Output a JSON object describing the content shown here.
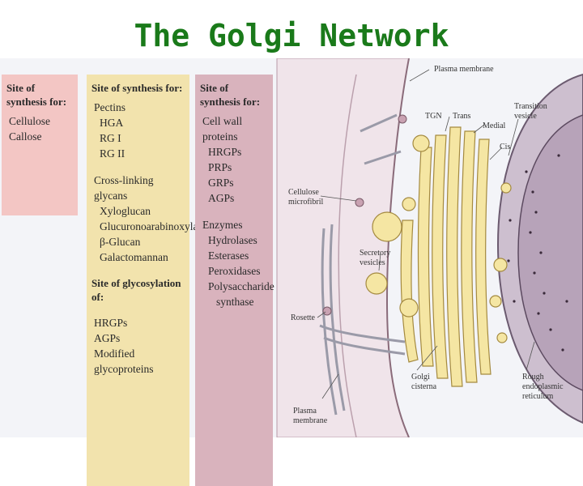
{
  "slide": {
    "title": "The Golgi Network"
  },
  "columns": [
    {
      "header": "Site of synthesis for:",
      "items": [
        "Cellulose",
        "Callose"
      ]
    },
    {
      "header": "Site of synthesis for:",
      "items": [
        "Pectins",
        "HGA",
        "RG I",
        "RG II"
      ],
      "items2": [
        "Cross-linking glycans",
        "Xyloglucan",
        "Glucuronoarabinoxylan",
        "β-Glucan",
        "Galactomannan"
      ],
      "header2": "Site of glycosylation of:",
      "items3": [
        "HRGPs",
        "AGPs",
        "Modified glycoproteins"
      ]
    },
    {
      "header": "Site of synthesis for:",
      "items": [
        "Cell wall proteins",
        "HRGPs",
        "PRPs",
        "GRPs",
        "AGPs"
      ],
      "items2": [
        "Enzymes",
        "Hydrolases",
        "Esterases",
        "Peroxidases",
        "Polysaccharide",
        "synthase"
      ]
    }
  ],
  "labels": {
    "plasma_membrane_top": "Plasma membrane",
    "tgn": "TGN",
    "trans": "Trans",
    "medial": "Medial",
    "transition_vesicle": "Transition vesicle",
    "cis": "Cis",
    "cellulose_microfibril": "Cellulose microfibril",
    "secretory_vesicles": "Secretory vesicles",
    "rosette": "Rosette",
    "golgi_cisterna": "Golgi cisterna",
    "plasma_membrane_bottom": "Plasma membrane",
    "rough_er": "Rough endoplasmic reticulum"
  },
  "colors": {
    "title": "#1a7a1a",
    "col1_bg": "#f3c6c4",
    "col2_bg": "#f2e3ad",
    "col3_bg": "#d9b3bd",
    "golgi": "#f5e6a3",
    "nucleus": "#c8b8c8"
  }
}
